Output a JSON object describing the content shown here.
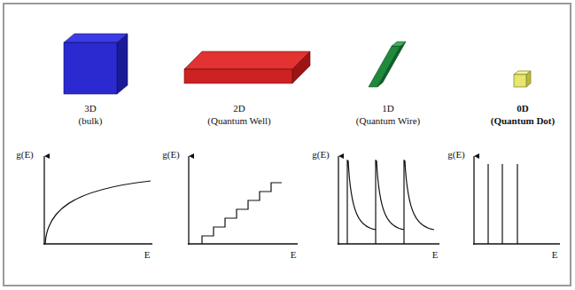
{
  "diagram": {
    "labels": [
      "3D",
      "(bulk)",
      "2D",
      "(Quantum Well)",
      "1D",
      "(Quantum Wire)",
      "0D",
      "(Quantum Dot)",
      "g(E)",
      "E",
      "g(E)",
      "E",
      "g(E)",
      "E",
      "g(E)",
      "E"
    ]
  }
}
